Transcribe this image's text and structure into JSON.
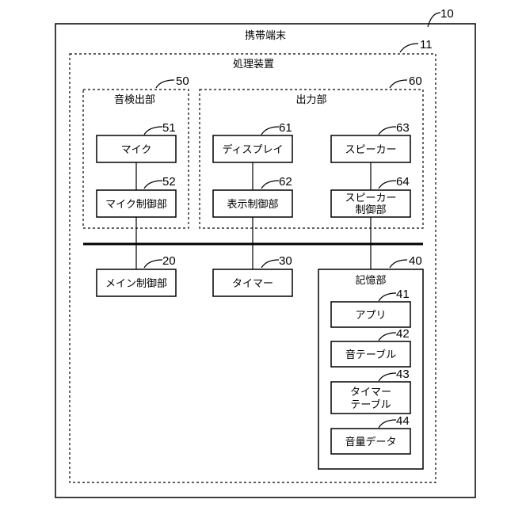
{
  "device": {
    "title": "携帯端末",
    "ref": "10"
  },
  "processor": {
    "title": "処理装置",
    "ref": "11"
  },
  "sound_detector": {
    "title": "音検出部",
    "ref": "50",
    "mic": {
      "label": "マイク",
      "ref": "51"
    },
    "mic_ctrl": {
      "label": "マイク制御部",
      "ref": "52"
    }
  },
  "output": {
    "title": "出力部",
    "ref": "60",
    "display": {
      "label": "ディスプレイ",
      "ref": "61"
    },
    "display_ctrl": {
      "label": "表示制御部",
      "ref": "62"
    },
    "speaker": {
      "label": "スピーカー",
      "ref": "63"
    },
    "speaker_ctrl": {
      "line1": "スピーカー",
      "line2": "制御部",
      "ref": "64"
    }
  },
  "main_ctrl": {
    "label": "メイン制御部",
    "ref": "20"
  },
  "timer": {
    "label": "タイマー",
    "ref": "30"
  },
  "storage": {
    "title": "記憶部",
    "ref": "40",
    "app": {
      "label": "アプリ",
      "ref": "41"
    },
    "sound_table": {
      "label": "音テーブル",
      "ref": "42"
    },
    "timer_table": {
      "line1": "タイマー",
      "line2": "テーブル",
      "ref": "43"
    },
    "volume_data": {
      "label": "音量データ",
      "ref": "44"
    }
  }
}
